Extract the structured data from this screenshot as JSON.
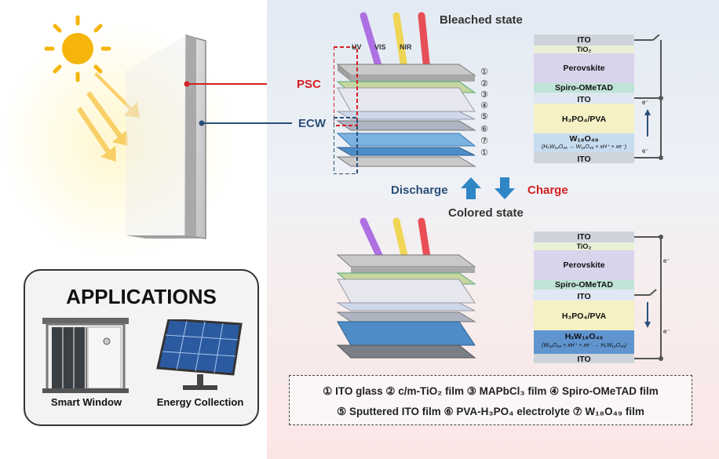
{
  "labels": {
    "psc": "PSC",
    "ecw": "ECW",
    "bleached_state": "Bleached state",
    "colored_state": "Colored state",
    "discharge": "Discharge",
    "charge": "Charge",
    "uv": "UV",
    "vis": "VIS",
    "nir": "NIR"
  },
  "applications": {
    "title": "APPLICATIONS",
    "smart_window": "Smart Window",
    "energy_collection": "Energy Collection"
  },
  "layer_numbers": [
    "①",
    "②",
    "③",
    "④",
    "⑤",
    "⑥",
    "⑦",
    "①"
  ],
  "top_stack": {
    "ito_top": "ITO",
    "tio2": "TiO₂",
    "perovskite": "Perovskite",
    "spiro": "Spiro-OMeTAD",
    "ito_mid": "ITO",
    "h3po4_pva": "H₃PO₄/PVA",
    "w18o49": "W₁₈O₄₉",
    "reaction": "(HₓW₁₈O₄₉ → W₁₈O₄₉ + xH⁺ + xe⁻)",
    "ito_bottom": "ITO",
    "electron": "e⁻"
  },
  "bottom_stack": {
    "ito_top": "ITO",
    "tio2": "TiO₂",
    "perovskite": "Perovskite",
    "spiro": "Spiro-OMeTAD",
    "ito_mid": "ITO",
    "h3po4_pva": "H₃PO₄/PVA",
    "hxw18o49": "HₓW₁₈O₄₉",
    "reaction": "(W₁₈O₄₉ + xH⁺ + xe⁻ → HₓW₁₈O₄₉)",
    "ito_bottom": "ITO",
    "electron": "e⁻"
  },
  "legend": {
    "row1": "① ITO glass ② c/m-TiO₂ film ③ MAPbCl₃ film ④ Spiro-OMeTAD film",
    "row2": "⑤ Sputtered ITO film ⑥ PVA-H₃PO₄ electrolyte ⑦ W₁₈O₄₉ film"
  },
  "colors": {
    "psc": "#d41f1f",
    "ecw": "#2a4f78",
    "discharge": "#2a4f78",
    "charge": "#d41f1f",
    "uv_beam": "#a45be0",
    "vis_beam": "#f0d23a",
    "nir_beam": "#e8333a",
    "arrow_blue": "#2f86c4"
  }
}
